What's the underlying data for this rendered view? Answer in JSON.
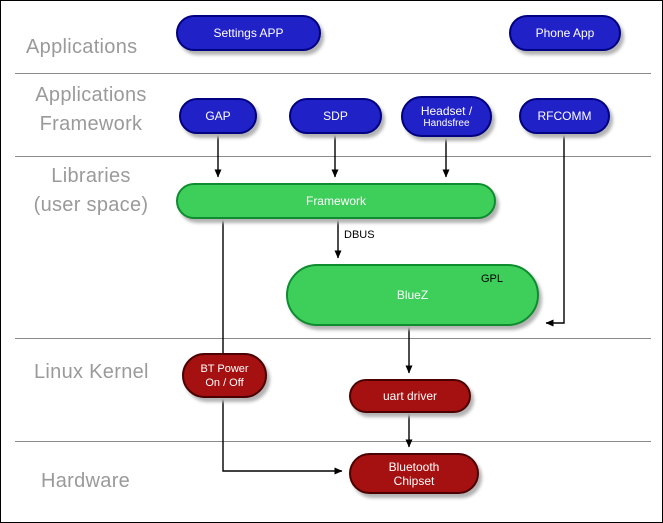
{
  "diagram": {
    "layers": {
      "applications": "Applications",
      "applications_framework": {
        "line1": "Applications",
        "line2": "Framework"
      },
      "libraries": {
        "line1": "Libraries",
        "line2": "(user space)"
      },
      "linux_kernel": "Linux Kernel",
      "hardware": "Hardware"
    },
    "nodes": {
      "settings_app": "Settings APP",
      "phone_app": "Phone App",
      "gap": "GAP",
      "sdp": "SDP",
      "headset": {
        "line1": "Headset /",
        "line2": "Handsfree"
      },
      "rfcomm": "RFCOMM",
      "framework": "Framework",
      "bluez": "BlueZ",
      "gpl": "GPL",
      "bt_power": {
        "line1": "BT Power",
        "line2": "On / Off"
      },
      "uart_driver": "uart driver",
      "bluetooth_chipset": {
        "line1": "Bluetooth",
        "line2": "Chipset"
      }
    },
    "edge_labels": {
      "dbus": "DBUS"
    },
    "colors": {
      "app_blue": "#2121c8",
      "lib_green": "#3ecf5b",
      "kernel_red": "#a51010",
      "label_gray": "#9a9a9a"
    }
  }
}
